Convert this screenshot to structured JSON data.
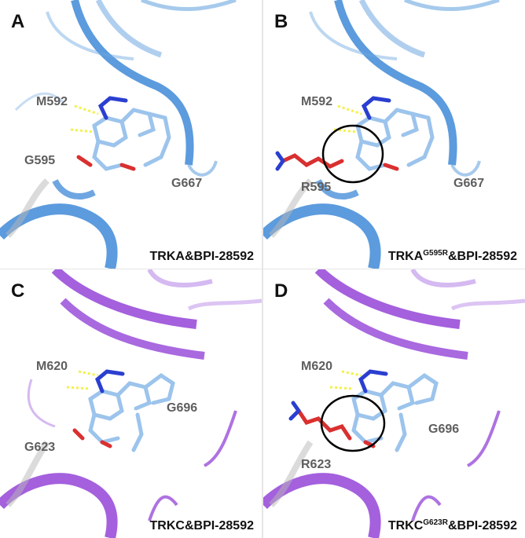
{
  "colors": {
    "trka_ribbon": "#4a90d9",
    "trkc_ribbon": "#9a4fd9",
    "ligand": "#9cc4ec",
    "nitrogen": "#2a3fd0",
    "oxygen": "#d93030",
    "hbond": "#f2f24a",
    "mutation_highlight": "#000000"
  },
  "panels": [
    {
      "letter": "A",
      "label_top": "M592",
      "label_left": "G595",
      "label_right": "G667",
      "caption_main": "TRKA",
      "caption_sup": "",
      "caption_rest": "&BPI-28592"
    },
    {
      "letter": "B",
      "label_top": "M592",
      "label_left": "R595",
      "label_right": "G667",
      "caption_main": "TRKA",
      "caption_sup": "G595R",
      "caption_rest": "&BPI-28592"
    },
    {
      "letter": "C",
      "label_top": "M620",
      "label_left": "G623",
      "label_right": "G696",
      "caption_main": "TRKC",
      "caption_sup": "",
      "caption_rest": "&BPI-28592"
    },
    {
      "letter": "D",
      "label_top": "M620",
      "label_left": "R623",
      "label_right": "G696",
      "caption_main": "TRKC",
      "caption_sup": "G623R",
      "caption_rest": "&BPI-28592"
    }
  ]
}
